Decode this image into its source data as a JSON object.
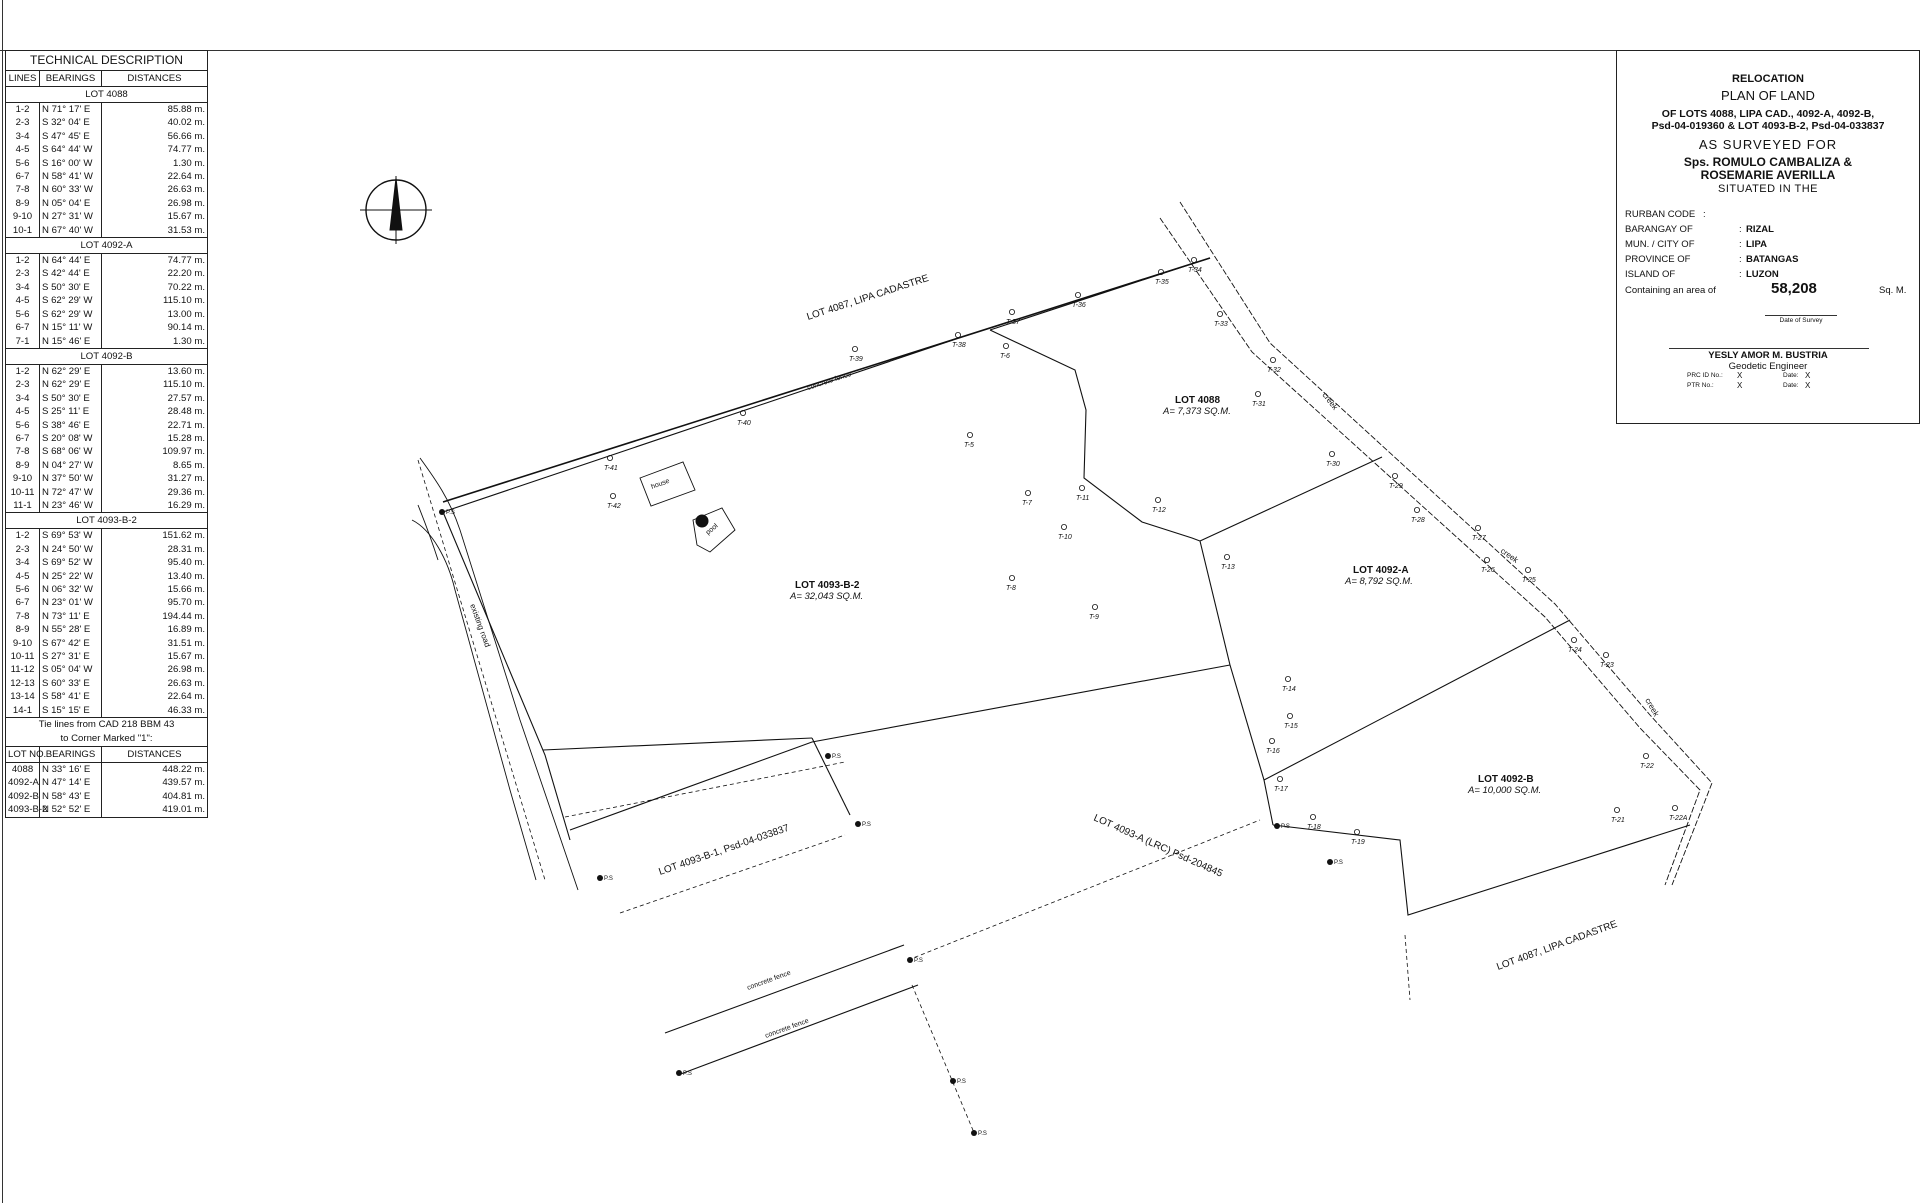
{
  "technical_description": {
    "title": "TECHNICAL DESCRIPTION",
    "headers": [
      "LINES",
      "BEARINGS",
      "DISTANCES"
    ],
    "sections": [
      {
        "name": "LOT 4088",
        "rows": [
          [
            "1-2",
            "N 71° 17' E",
            "85.88 m."
          ],
          [
            "2-3",
            "S 32° 04' E",
            "40.02 m."
          ],
          [
            "3-4",
            "S 47° 45' E",
            "56.66 m."
          ],
          [
            "4-5",
            "S 64° 44' W",
            "74.77 m."
          ],
          [
            "5-6",
            "S 16° 00' W",
            "1.30 m."
          ],
          [
            "6-7",
            "N 58° 41' W",
            "22.64 m."
          ],
          [
            "7-8",
            "N 60° 33' W",
            "26.63 m."
          ],
          [
            "8-9",
            "N 05° 04' E",
            "26.98 m."
          ],
          [
            "9-10",
            "N 27° 31' W",
            "15.67 m."
          ],
          [
            "10-1",
            "N 67° 40' W",
            "31.53 m."
          ]
        ]
      },
      {
        "name": "LOT 4092-A",
        "rows": [
          [
            "1-2",
            "N 64° 44' E",
            "74.77 m."
          ],
          [
            "2-3",
            "S 42° 44' E",
            "22.20 m."
          ],
          [
            "3-4",
            "S 50° 30' E",
            "70.22 m."
          ],
          [
            "4-5",
            "S 62° 29' W",
            "115.10 m."
          ],
          [
            "5-6",
            "S 62° 29' W",
            "13.00 m."
          ],
          [
            "6-7",
            "N 15° 11' W",
            "90.14 m."
          ],
          [
            "7-1",
            "N 15° 46' E",
            "1.30 m."
          ]
        ]
      },
      {
        "name": "LOT 4092-B",
        "rows": [
          [
            "1-2",
            "N 62° 29' E",
            "13.60 m."
          ],
          [
            "2-3",
            "N 62° 29' E",
            "115.10 m."
          ],
          [
            "3-4",
            "S 50° 30' E",
            "27.57 m."
          ],
          [
            "4-5",
            "S 25° 11' E",
            "28.48 m."
          ],
          [
            "5-6",
            "S 38° 46' E",
            "22.71 m."
          ],
          [
            "6-7",
            "S 20° 08' W",
            "15.28 m."
          ],
          [
            "7-8",
            "S 68° 06' W",
            "109.97 m."
          ],
          [
            "8-9",
            "N 04° 27' W",
            "8.65 m."
          ],
          [
            "9-10",
            "N 37° 50' W",
            "31.27 m."
          ],
          [
            "10-11",
            "N 72° 47' W",
            "29.36 m."
          ],
          [
            "11-1",
            "N 23° 46' W",
            "16.29 m."
          ]
        ]
      },
      {
        "name": "LOT 4093-B-2",
        "rows": [
          [
            "1-2",
            "S 69° 53' W",
            "151.62 m."
          ],
          [
            "2-3",
            "N 24° 50' W",
            "28.31 m."
          ],
          [
            "3-4",
            "S 69° 52' W",
            "95.40 m."
          ],
          [
            "4-5",
            "N 25° 22' W",
            "13.40 m."
          ],
          [
            "5-6",
            "N 06° 32' W",
            "15.66 m."
          ],
          [
            "6-7",
            "N 23° 01' W",
            "95.70 m."
          ],
          [
            "7-8",
            "N 73° 11' E",
            "194.44 m."
          ],
          [
            "8-9",
            "N 55° 28' E",
            "16.89 m."
          ],
          [
            "9-10",
            "S 67° 42' E",
            "31.51 m."
          ],
          [
            "10-11",
            "S 27° 31' E",
            "15.67 m."
          ],
          [
            "11-12",
            "S 05° 04' W",
            "26.98 m."
          ],
          [
            "12-13",
            "S 60° 33' E",
            "26.63 m."
          ],
          [
            "13-14",
            "S 58° 41' E",
            "22.64 m."
          ],
          [
            "14-1",
            "S 15° 15' E",
            "46.33 m."
          ]
        ]
      }
    ],
    "tie_title_1": "Tie lines from CAD 218  BBM 43",
    "tie_title_2": "to Corner Marked \"1\":",
    "tie_headers": [
      "LOT NO.",
      "BEARINGS",
      "DISTANCES"
    ],
    "tie_rows": [
      [
        "4088",
        "N 33° 16' E",
        "448.22 m."
      ],
      [
        "4092-A",
        "N 47° 14' E",
        "439.57 m."
      ],
      [
        "4092-B",
        "N 58° 43' E",
        "404.81 m."
      ],
      [
        "4093-B-2",
        "N 52° 52' E",
        "419.01 m."
      ]
    ]
  },
  "title_block": {
    "relocation": "RELOCATION",
    "plan": "PLAN OF LAND",
    "of_lots_1": "OF LOTS 4088, LIPA CAD., 4092-A, 4092-B,",
    "of_lots_2": "Psd-04-019360 & LOT 4093-B-2, Psd-04-033837",
    "surveyed": "AS SURVEYED FOR",
    "owner_1": "Sps. ROMULO CAMBALIZA &",
    "owner_2": "ROSEMARIE AVERILLA",
    "situated": "SITUATED IN THE",
    "fields": [
      {
        "label": "RURBAN CODE",
        "value": ""
      },
      {
        "label": "BARANGAY OF",
        "value": "RIZAL"
      },
      {
        "label": "MUN. / CITY OF",
        "value": "LIPA"
      },
      {
        "label": "PROVINCE OF",
        "value": "BATANGAS"
      },
      {
        "label": "ISLAND OF",
        "value": "LUZON"
      }
    ],
    "area_label": "Containing an area of",
    "area_value": "58,208",
    "area_unit": "Sq.  M.",
    "date_of_survey": "Date of Survey",
    "engineer": "YESLY AMOR M. BUSTRIA",
    "engineer_title": "Geodetic Engineer",
    "prc_label": "PRC  ID  No.:",
    "prc_value": "X",
    "ptr_label": "PTR  No.:",
    "ptr_value": "X",
    "date_label": "Date:",
    "date_value": "X"
  },
  "map": {
    "lots": [
      {
        "name": "LOT 4088",
        "area": "A= 7,373 SQ.M."
      },
      {
        "name": "LOT 4092-A",
        "area": "A= 8,792 SQ.M."
      },
      {
        "name": "LOT 4092-B",
        "area": "A= 10,000 SQ.M."
      },
      {
        "name": "LOT 4093-B-2",
        "area": "A= 32,043 SQ.M."
      }
    ],
    "labels": {
      "lot4087_top": "LOT 4087, LIPA CADASTRE",
      "lot4087_bottom": "LOT 4087, LIPA CADASTRE",
      "lot4093b1": "LOT 4093-B-1, Psd-04-033837",
      "lot4093a": "LOT 4093-A (LRC) Psd-204845",
      "existing_road": "existing road",
      "creek": "creek",
      "concrete_fence": "concrete fence",
      "house": "house",
      "pool": "pool",
      "ps": "P.S"
    },
    "stations": [
      "T-5",
      "T-6",
      "T-7",
      "T-8",
      "T-9",
      "T-10",
      "T-11",
      "T-12",
      "T-13",
      "T-14",
      "T-15",
      "T-16",
      "T-17",
      "T-18",
      "T-19",
      "T-21",
      "T-22",
      "T-22A",
      "T-23",
      "T-24",
      "T-25",
      "T-26",
      "T-27",
      "T-28",
      "T-29",
      "T-30",
      "T-31",
      "T-32",
      "T-33",
      "T-34",
      "T-35",
      "T-36",
      "T-37",
      "T-38",
      "T-39",
      "T-40",
      "T-41",
      "T-42"
    ]
  }
}
